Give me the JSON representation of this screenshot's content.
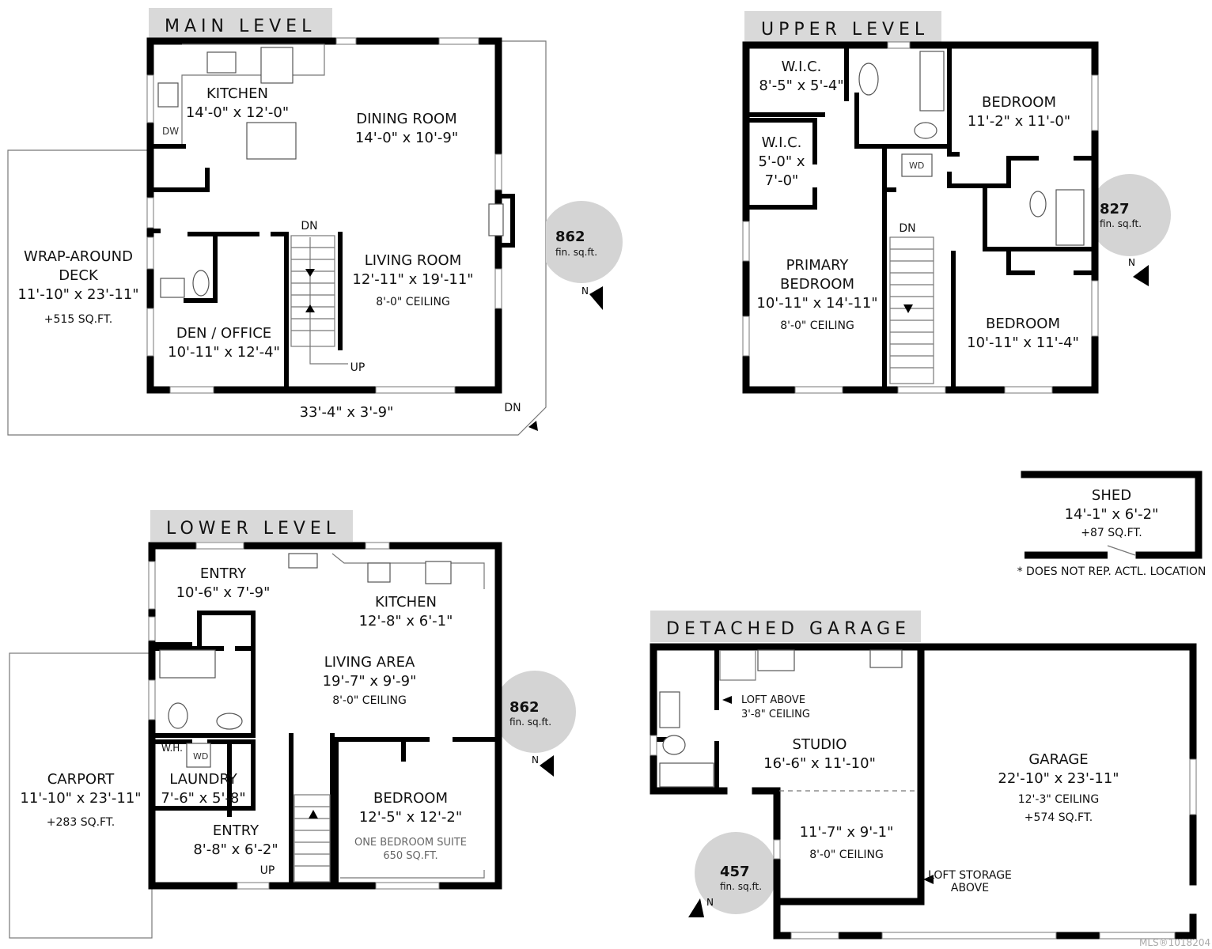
{
  "main_level": {
    "title": "MAIN LEVEL",
    "area": {
      "value": "862",
      "unit": "fin. sq.ft."
    },
    "north": "N",
    "rooms": {
      "kitchen": {
        "name": "KITCHEN",
        "dims": "14'-0\" x 12'-0\""
      },
      "dw": "DW",
      "dining": {
        "name": "DINING ROOM",
        "dims": "14'-0\" x 10'-9\""
      },
      "living": {
        "name": "LIVING ROOM",
        "dims": "12'-11\" x 19'-11\"",
        "ceiling": "8'-0\" CEILING"
      },
      "den": {
        "name": "DEN / OFFICE",
        "dims": "10'-11\" x 12'-4\""
      },
      "deck": {
        "name_line1": "WRAP-AROUND",
        "name_line2": "DECK",
        "dims": "11'-10\" x 23'-11\"",
        "extra": "+515 SQ.FT."
      },
      "deck_strip": {
        "dims": "33'-4\" x 3'-9\""
      }
    },
    "stairs": {
      "dn": "DN",
      "up": "UP",
      "deck_dn": "DN"
    }
  },
  "upper_level": {
    "title": "UPPER LEVEL",
    "area": {
      "value": "827",
      "unit": "fin. sq.ft."
    },
    "north": "N",
    "rooms": {
      "wic1": {
        "name": "W.I.C.",
        "dims": "8'-5\" x 5'-4\""
      },
      "wic2": {
        "name": "W.I.C.",
        "dims_line1": "5'-0\" x",
        "dims_line2": "7'-0\""
      },
      "bedroom1": {
        "name": "BEDROOM",
        "dims": "11'-2\" x 11'-0\""
      },
      "primary": {
        "name_line1": "PRIMARY",
        "name_line2": "BEDROOM",
        "dims": "10'-11\" x 14'-11\"",
        "ceiling": "8'-0\" CEILING"
      },
      "bedroom2": {
        "name": "BEDROOM",
        "dims": "10'-11\" x 11'-4\""
      },
      "wd": "WD"
    },
    "stairs": {
      "dn": "DN"
    }
  },
  "lower_level": {
    "title": "LOWER LEVEL",
    "area": {
      "value": "862",
      "unit": "fin. sq.ft."
    },
    "north": "N",
    "rooms": {
      "entry1": {
        "name": "ENTRY",
        "dims": "10'-6\" x 7'-9\""
      },
      "kitchen": {
        "name": "KITCHEN",
        "dims": "12'-8\" x 6'-1\""
      },
      "living": {
        "name": "LIVING AREA",
        "dims": "19'-7\" x 9'-9\"",
        "ceiling": "8'-0\" CEILING"
      },
      "wh": "W.H.",
      "wd": "WD",
      "laundry": {
        "name": "LAUNDRY",
        "dims": "7'-6\" x 5'-8\""
      },
      "entry2": {
        "name": "ENTRY",
        "dims": "8'-8\" x 6'-2\""
      },
      "bedroom": {
        "name": "BEDROOM",
        "dims": "12'-5\" x 12'-2\"",
        "suite_line1": "ONE BEDROOM SUITE",
        "suite_line2": "650 SQ.FT."
      },
      "carport": {
        "name": "CARPORT",
        "dims": "11'-10\" x 23'-11\"",
        "extra": "+283 SQ.FT."
      }
    },
    "stairs": {
      "up": "UP"
    }
  },
  "detached_garage": {
    "title": "DETACHED GARAGE",
    "area": {
      "value": "457",
      "unit": "fin. sq.ft."
    },
    "north": "N",
    "rooms": {
      "loft": {
        "line1": "LOFT ABOVE",
        "line2": "3'-8\" CEILING"
      },
      "studio": {
        "name": "STUDIO",
        "dims": "16'-6\" x 11'-10\""
      },
      "studio_alcove": {
        "dims": "11'-7\" x 9'-1\"",
        "ceiling": "8'-0\" CEILING"
      },
      "garage": {
        "name": "GARAGE",
        "dims": "22'-10\" x 23'-11\"",
        "ceiling": "12'-3\" CEILING",
        "extra": "+574 SQ.FT."
      },
      "loft_storage": {
        "line1": "LOFT STORAGE",
        "line2": "ABOVE"
      }
    }
  },
  "shed": {
    "name": "SHED",
    "dims": "14'-1\" x 6'-2\"",
    "extra": "+87 SQ.FT.",
    "disclaimer": "* DOES NOT REP. ACTL. LOCATION"
  },
  "watermark": "MLS®1018204",
  "colors": {
    "wall": "#000000",
    "title_band": "#d9d9d9",
    "area_badge": "#d4d4d4"
  }
}
